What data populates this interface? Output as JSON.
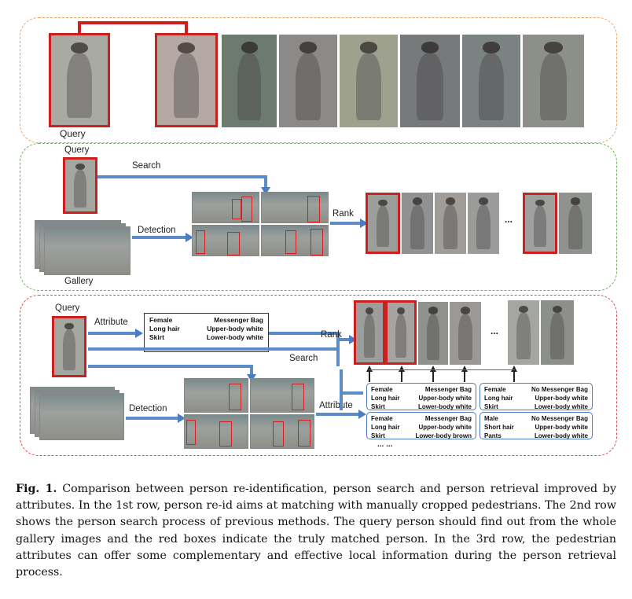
{
  "row1": {
    "query_label": "Query"
  },
  "row2": {
    "query_label": "Query",
    "search_label": "Search",
    "detection_label": "Detection",
    "rank_label": "Rank",
    "gallery_label": "Gallery",
    "ellipsis": "..."
  },
  "row3": {
    "query_label": "Query",
    "attribute_label": "Attribute",
    "search_label": "Search",
    "rank_label": "Rank",
    "detection_label": "Detection",
    "attribute_label_2": "Attribute",
    "ellipsis_top": "...",
    "ellipsis_bottom": "... ...",
    "query_attributes": [
      [
        "Female",
        "Messenger Bag"
      ],
      [
        "Long hair",
        "Upper-body white"
      ],
      [
        "Skirt",
        "Lower-body white"
      ]
    ],
    "candidate_attributes": [
      [
        [
          "Female",
          "Messenger Bag"
        ],
        [
          "Long hair",
          "Upper-body white"
        ],
        [
          "Skirt",
          "Lower-body white"
        ]
      ],
      [
        [
          "Female",
          "No Messenger Bag"
        ],
        [
          "Long hair",
          "Upper-body white"
        ],
        [
          "Skirt",
          "Lower-body white"
        ]
      ],
      [
        [
          "Female",
          "Messenger Bag"
        ],
        [
          "Long hair",
          "Upper-body white"
        ],
        [
          "Skirt",
          "Lower-body brown"
        ]
      ],
      [
        [
          "Male",
          "No Messenger Bag"
        ],
        [
          "Short hair",
          "Upper-body white"
        ],
        [
          "Pants",
          "Lower-body white"
        ]
      ]
    ]
  },
  "caption": {
    "label": "Fig. 1.",
    "text": "Comparison between person re-identification, person search and person retrieval improved by attributes. In the 1st row, person re-id aims at matching with manually cropped pedestrians. The 2nd row shows the person search process of previous methods. The query person should find out from the whole gallery images and the red boxes indicate the truly matched person. In the 3rd row, the pedestrian attributes can offer some complementary and effective local information during the person retrieval process."
  },
  "colors": {
    "match_red": "#cc2020",
    "arrow_blue": "#4a7cc0",
    "panel1": "#f0a060",
    "panel2": "#70b060",
    "panel3": "#e05050"
  }
}
